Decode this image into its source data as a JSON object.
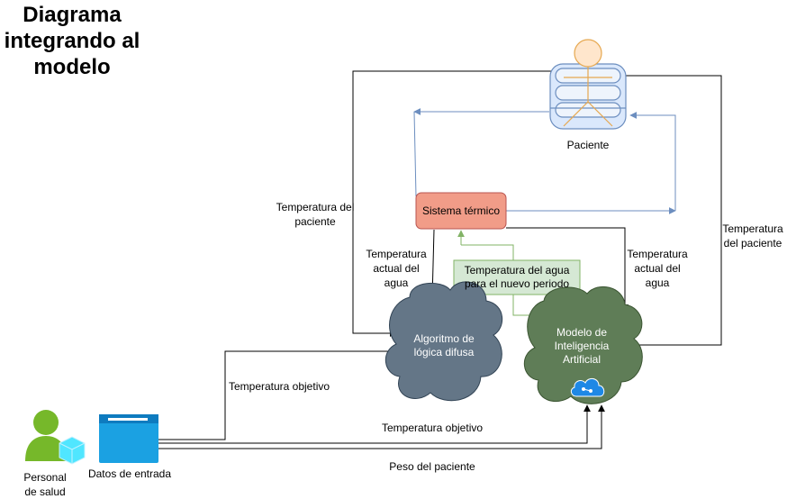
{
  "title": "Diagrama integrando al modelo",
  "nodes": {
    "patient": "Paciente",
    "thermal_system": "Sistema térmico",
    "fuzzy_algorithm": "Algoritmo de lógica difusa",
    "ai_model": "Modelo de Inteligencia Artificial",
    "health_staff": "Personal de salud",
    "input_data": "Datos de entrada"
  },
  "edges": {
    "temp_patient_left": "Temperatura del paciente",
    "temp_patient_right": "Temperatura del paciente",
    "water_temp_left": "Temperatura actual del agua",
    "water_temp_right": "Temperatura actual del agua",
    "water_next_period": "Temperatura del agua para el nuevo periodo",
    "target_temp_fuzzy": "Temperatura objetivo",
    "target_temp_ai": "Temperatura objetivo",
    "patient_weight": "Peso del paciente"
  },
  "colors": {
    "thermal_fill": "#f19c88",
    "thermal_stroke": "#b85450",
    "fuzzy_cloud": "#647687",
    "ai_cloud": "#5f7d57",
    "green_box_fill": "#d5e8d4",
    "green_box_stroke": "#82b366",
    "blue_line": "#6c8ebf",
    "patient_head": "#ffe6cc",
    "patient_stroke": "#e6a850",
    "health_green": "#76b82a",
    "input_blue": "#1ba1e2"
  },
  "icons": [
    "person-icon",
    "database-icon",
    "user-cube-icon",
    "browser-window-icon",
    "ai-cloud-icon"
  ]
}
